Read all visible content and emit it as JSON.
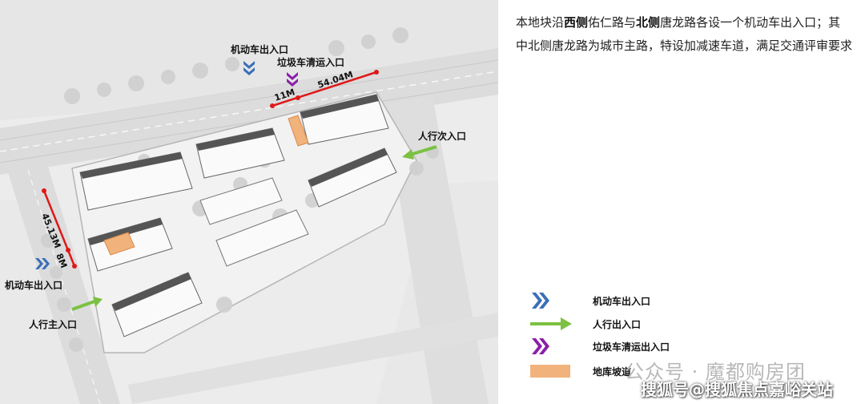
{
  "description": {
    "parts": [
      {
        "text": "本地块沿",
        "bold": false
      },
      {
        "text": "西侧",
        "bold": true
      },
      {
        "text": "佑仁路与",
        "bold": false
      },
      {
        "text": "北侧",
        "bold": true
      },
      {
        "text": "唐龙路各设一个机动车出入口；其中北侧唐龙路为城市主路，特设加减速车道，满足交通评审要求",
        "bold": false
      }
    ]
  },
  "plan_labels": {
    "vehicle_entrance_north": "机动车出入口",
    "garbage_entrance": "垃圾车清运入口",
    "pedestrian_secondary": "人行次入口",
    "vehicle_entrance_west": "机动车出入口",
    "pedestrian_main": "人行主入口",
    "dim_north_long": "54.04M",
    "dim_north_short": "11M",
    "dim_west_long": "45.13M",
    "dim_west_short": "8M"
  },
  "legend": [
    {
      "label": "机动车出入口",
      "symbol": "chevron-double-icon",
      "color": "#3a6fb8"
    },
    {
      "label": "人行出入口",
      "symbol": "arrow-right-icon",
      "color": "#7cc142"
    },
    {
      "label": "垃圾车清运出入口",
      "symbol": "chevron-double-icon",
      "color": "#8a1fa8"
    },
    {
      "label": "地库坡道",
      "symbol": "rectangle-swatch",
      "color": "#f2b27c"
    }
  ],
  "watermarks": {
    "wechat": "公众号 · 魔都购房团",
    "sohu": "搜狐号@搜狐焦点嘉峪关站"
  },
  "colors": {
    "vehicle": "#3a6fb8",
    "pedestrian": "#7cc142",
    "garbage": "#8a1fa8",
    "ramp": "#f2b27c",
    "dimension": "#e01818"
  }
}
